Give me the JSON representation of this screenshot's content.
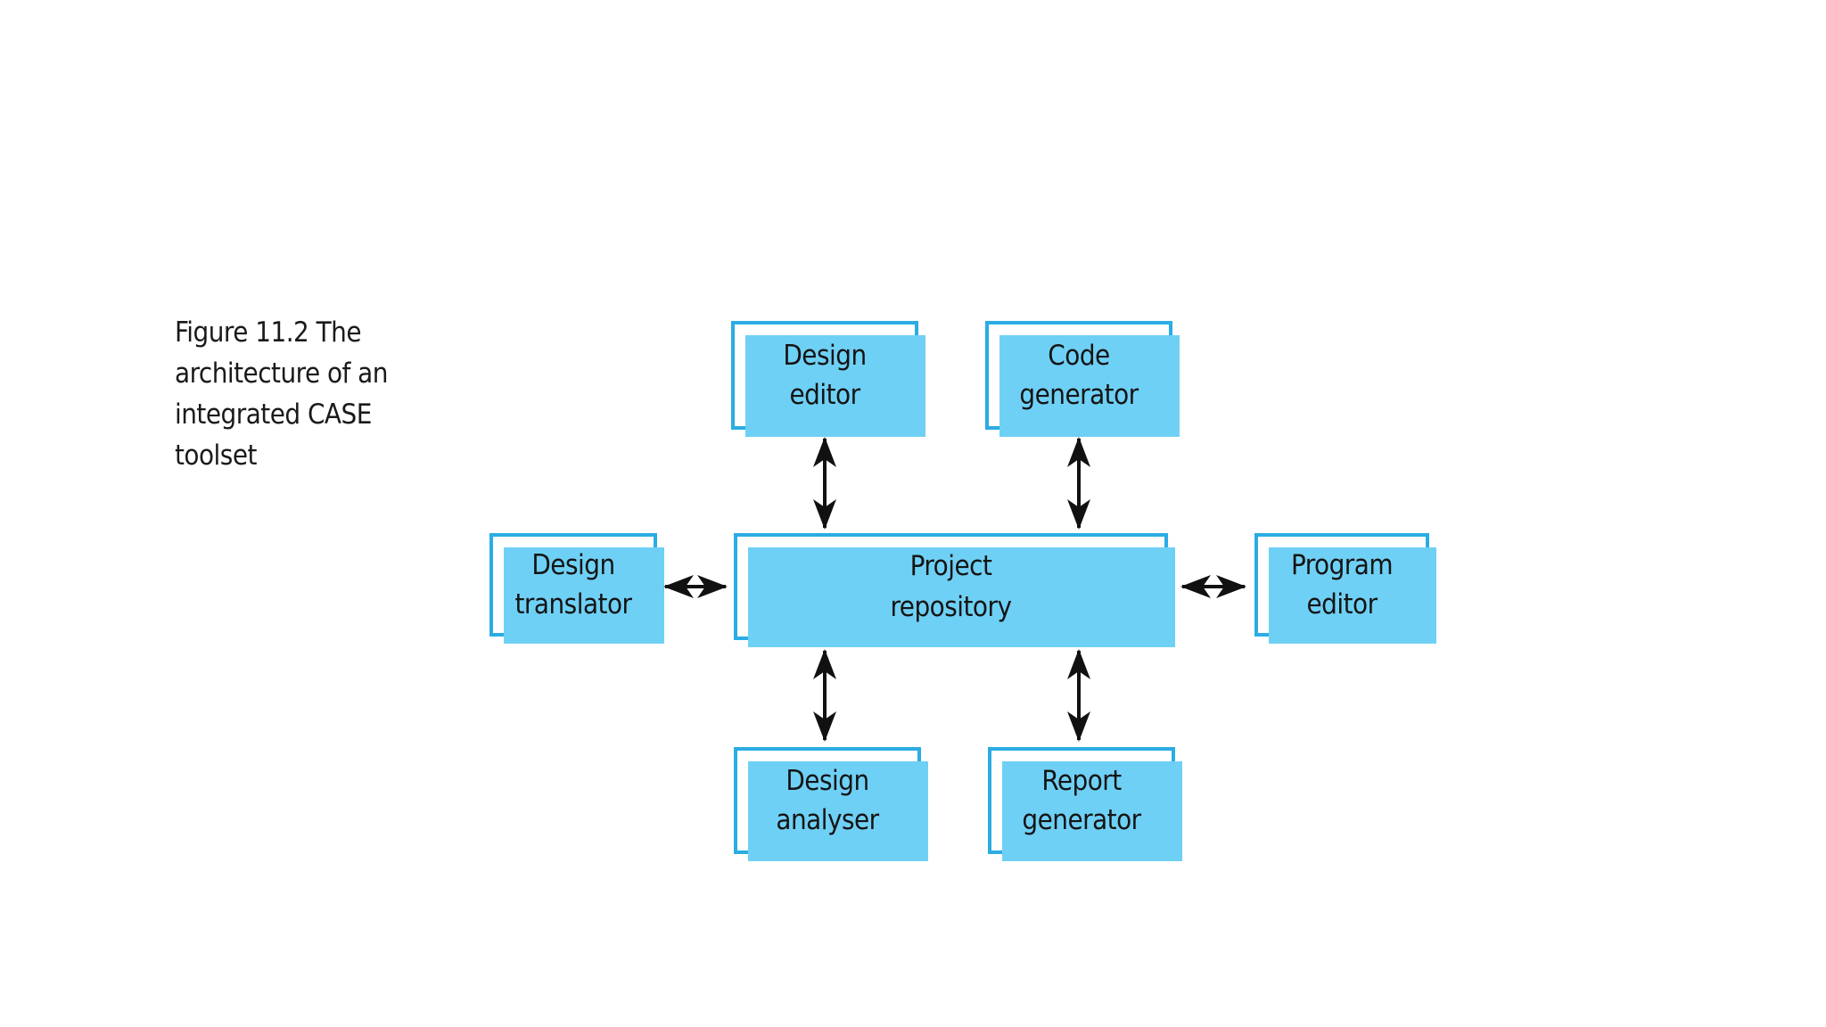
{
  "figure": {
    "caption": "Figure 11.2 The\narchitecture of an\nintegrated CASE\ntoolset",
    "background_color": "#ffffff",
    "box_border_color": "#2BACE3",
    "box_shadow_color": "#6FD0F5",
    "box_fill_color": "#ffffff",
    "arrow_color": "#111111",
    "text_color": "#141414"
  },
  "nodes": {
    "design_editor": {
      "label": "Design\neditor"
    },
    "code_generator": {
      "label": "Code\ngenerator"
    },
    "design_translator": {
      "label": "Design\ntranslator"
    },
    "project_repository": {
      "label": "Project\nrepository"
    },
    "program_editor": {
      "label": "Program\neditor"
    },
    "design_analyser": {
      "label": "Design\nanalyser"
    },
    "report_generator": {
      "label": "Report\ngenerator"
    }
  },
  "connections": [
    {
      "id": "design-editor-repository",
      "from": "Design editor",
      "to": "Project repository",
      "style": "double-headed"
    },
    {
      "id": "code-generator-repository",
      "from": "Code generator",
      "to": "Project repository",
      "style": "double-headed"
    },
    {
      "id": "design-translator-repository",
      "from": "Design translator",
      "to": "Project repository",
      "style": "double-headed"
    },
    {
      "id": "program-editor-repository",
      "from": "Program editor",
      "to": "Project repository",
      "style": "double-headed"
    },
    {
      "id": "design-analyser-repository",
      "from": "Design analyser",
      "to": "Project repository",
      "style": "double-headed"
    },
    {
      "id": "report-generator-repository",
      "from": "Report generator",
      "to": "Project repository",
      "style": "double-headed"
    }
  ]
}
